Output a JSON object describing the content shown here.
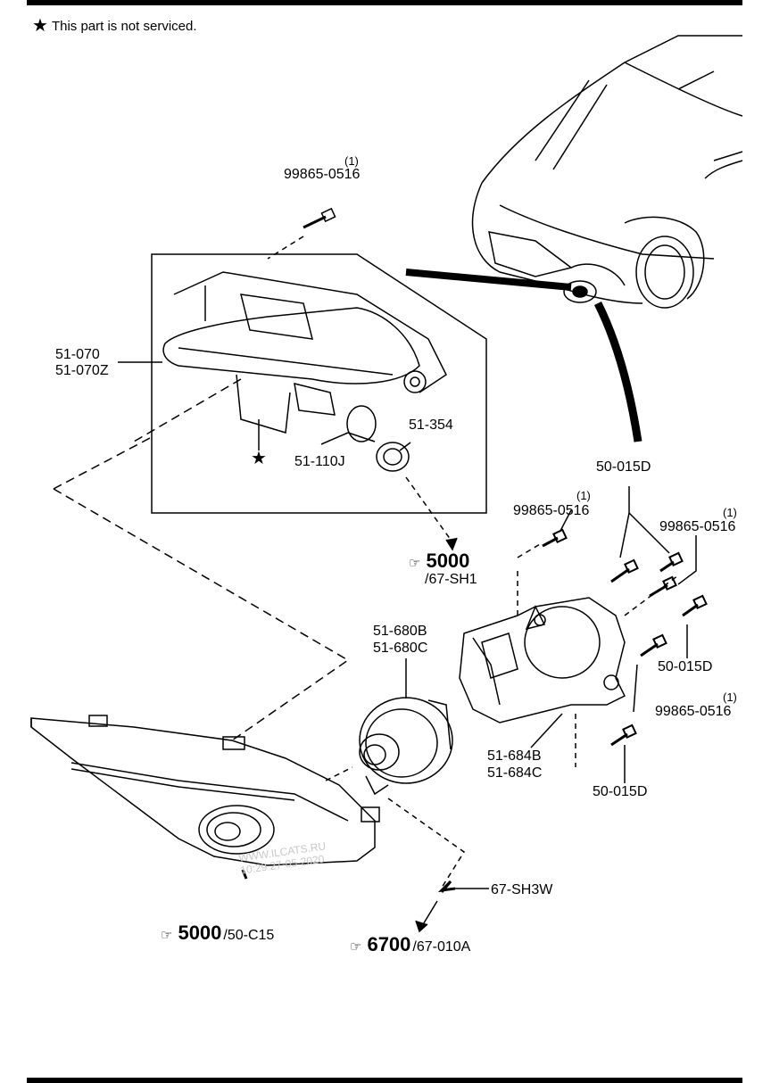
{
  "note": {
    "symbol": "★",
    "text": "This part is not serviced."
  },
  "labels": {
    "screw_top_qty": "(1)",
    "screw_top": "99865-0516",
    "drl_part_a": "51-070",
    "drl_part_b": "51-070Z",
    "bulb_socket": "51-354",
    "bulb": "51-110J",
    "star_marker": "★",
    "nut_50_015D_top": "50-015D",
    "screw_mid_qty": "(1)",
    "screw_mid": "99865-0516",
    "screw_right_qty": "(1)",
    "screw_right": "99865-0516",
    "fog_lamp_a": "51-680B",
    "fog_lamp_b": "51-680C",
    "nut_50_015D_mid": "50-015D",
    "screw_lower_qty": "(1)",
    "screw_lower": "99865-0516",
    "bracket_a": "51-684B",
    "bracket_b": "51-684C",
    "nut_50_015D_bottom": "50-015D",
    "connector": "67-SH3W"
  },
  "refs": {
    "ref_5000_sh1": {
      "book": "☞",
      "num": "5000",
      "sub": "/67-SH1"
    },
    "ref_5000_c15": {
      "book": "☞",
      "num": "5000",
      "sub": "/50-C15"
    },
    "ref_6700": {
      "book": "☞",
      "num": "6700",
      "sub": "/67-010A"
    }
  },
  "watermark": {
    "line1": "WWW.ILCATS.RU",
    "line2": "10:29 27-05-2020"
  },
  "colors": {
    "ink": "#000000",
    "paper": "#ffffff",
    "watermark": "#c8c8c8"
  }
}
